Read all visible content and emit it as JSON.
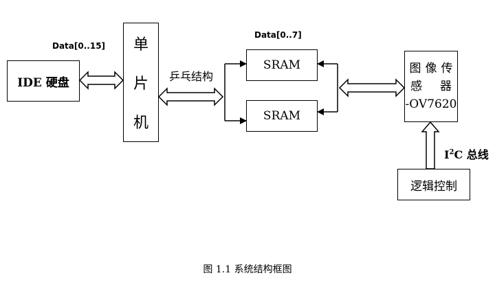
{
  "diagram": {
    "ide_label": "IDE 硬盘",
    "data_bus_label": "Data[0..15]",
    "mcu_chars": [
      "单",
      "片",
      "机"
    ],
    "pingpong_label": "乒乓结构",
    "sram_data_label": "Data[0..7]",
    "sram_top_label": "SRAM",
    "sram_bottom_label": "SRAM",
    "sensor_line1": "图像传",
    "sensor_line2_a": "感",
    "sensor_line2_b": "器",
    "sensor_line3": "-OV7620",
    "i2c_prefix": "I",
    "i2c_sup": "2",
    "i2c_suffix": "C 总线",
    "logic_label": "逻辑控制"
  },
  "caption": "图 1.1 系统结构框图"
}
